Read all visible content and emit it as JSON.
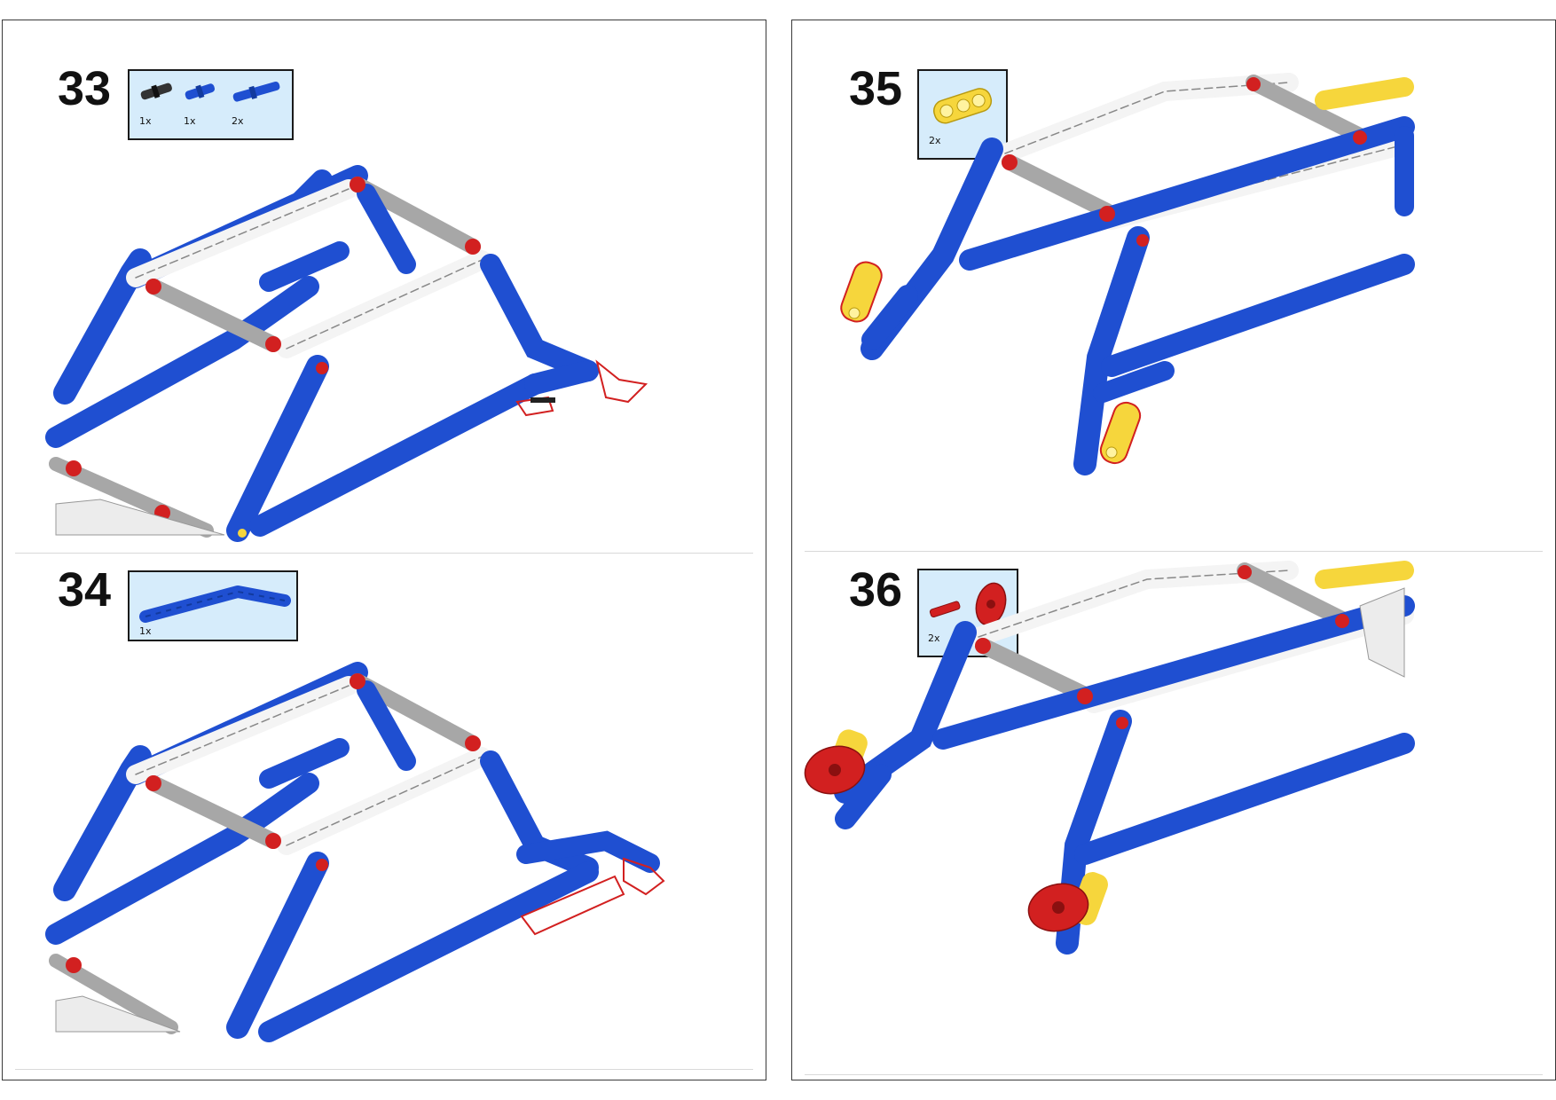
{
  "steps": [
    {
      "number": "33",
      "parts": [
        {
          "qty": "1x",
          "icon": "black-pin-icon"
        },
        {
          "qty": "1x",
          "icon": "blue-pin-icon"
        },
        {
          "qty": "2x",
          "icon": "blue-long-pin-icon"
        }
      ]
    },
    {
      "number": "34",
      "parts": [
        {
          "qty": "1x",
          "icon": "blue-bent-beam-icon"
        }
      ]
    },
    {
      "number": "35",
      "parts": [
        {
          "qty": "2x",
          "icon": "yellow-connector-icon"
        }
      ]
    },
    {
      "number": "36",
      "parts": [
        {
          "qty": "2x",
          "icon": "red-axle-icon"
        },
        {
          "qty": "2x",
          "icon": "red-wheel-icon"
        }
      ]
    }
  ],
  "colors": {
    "callout_bg": "#d6ecfb",
    "beam_blue": "#1f4fd1",
    "beam_white": "#f4f4f4",
    "axle_grey": "#a7a7a7",
    "pin_red": "#d22020",
    "connector_yellow": "#f6d63c"
  }
}
